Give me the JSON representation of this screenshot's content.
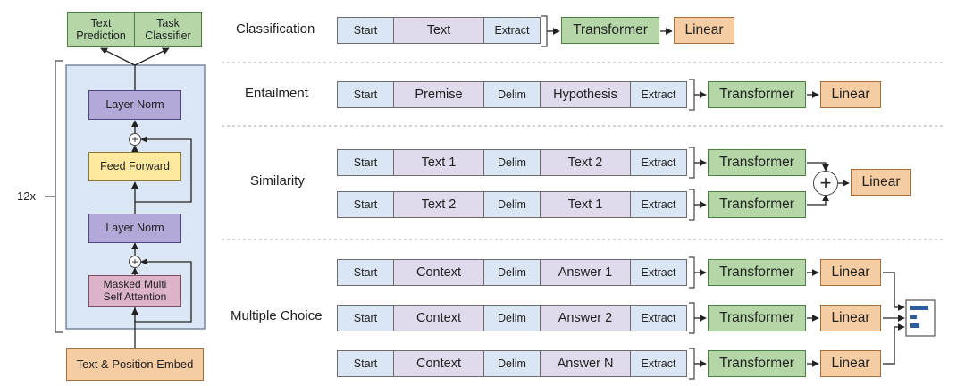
{
  "architecture": {
    "heads": {
      "text_prediction": "Text\nPrediction",
      "task_classifier": "Task\nClassifier"
    },
    "layer_norm_top": "Layer Norm",
    "feed_forward": "Feed Forward",
    "layer_norm_bottom": "Layer Norm",
    "masked_attention": "Masked Multi\nSelf Attention",
    "embed": "Text & Position Embed",
    "repeat_label": "12x"
  },
  "tasks": {
    "classification": {
      "label": "Classification",
      "tokens": [
        "Start",
        "Text",
        "Extract"
      ],
      "transformer": "Transformer",
      "linear": "Linear"
    },
    "entailment": {
      "label": "Entailment",
      "tokens": [
        "Start",
        "Premise",
        "Delim",
        "Hypothesis",
        "Extract"
      ],
      "transformer": "Transformer",
      "linear": "Linear"
    },
    "similarity": {
      "label": "Similarity",
      "rows": [
        {
          "tokens": [
            "Start",
            "Text 1",
            "Delim",
            "Text 2",
            "Extract"
          ],
          "transformer": "Transformer"
        },
        {
          "tokens": [
            "Start",
            "Text 2",
            "Delim",
            "Text 1",
            "Extract"
          ],
          "transformer": "Transformer"
        }
      ],
      "linear": "Linear"
    },
    "multiple_choice": {
      "label": "Multiple Choice",
      "rows": [
        {
          "tokens": [
            "Start",
            "Context",
            "Delim",
            "Answer 1",
            "Extract"
          ],
          "transformer": "Transformer",
          "linear": "Linear"
        },
        {
          "tokens": [
            "Start",
            "Context",
            "Delim",
            "Answer 2",
            "Extract"
          ],
          "transformer": "Transformer",
          "linear": "Linear"
        },
        {
          "tokens": [
            "Start",
            "Context",
            "Delim",
            "Answer N",
            "Extract"
          ],
          "transformer": "Transformer",
          "linear": "Linear"
        }
      ]
    }
  },
  "colors": {
    "token_start": "#dae6f3",
    "token_content": "#e1d9ec",
    "transformer": "#b5d7a8",
    "linear": "#f6cca2",
    "layer_norm": "#b3a9d9",
    "feed_forward": "#fee99e",
    "attention": "#dcb3c8",
    "stack_background": "#dbe7f5"
  }
}
